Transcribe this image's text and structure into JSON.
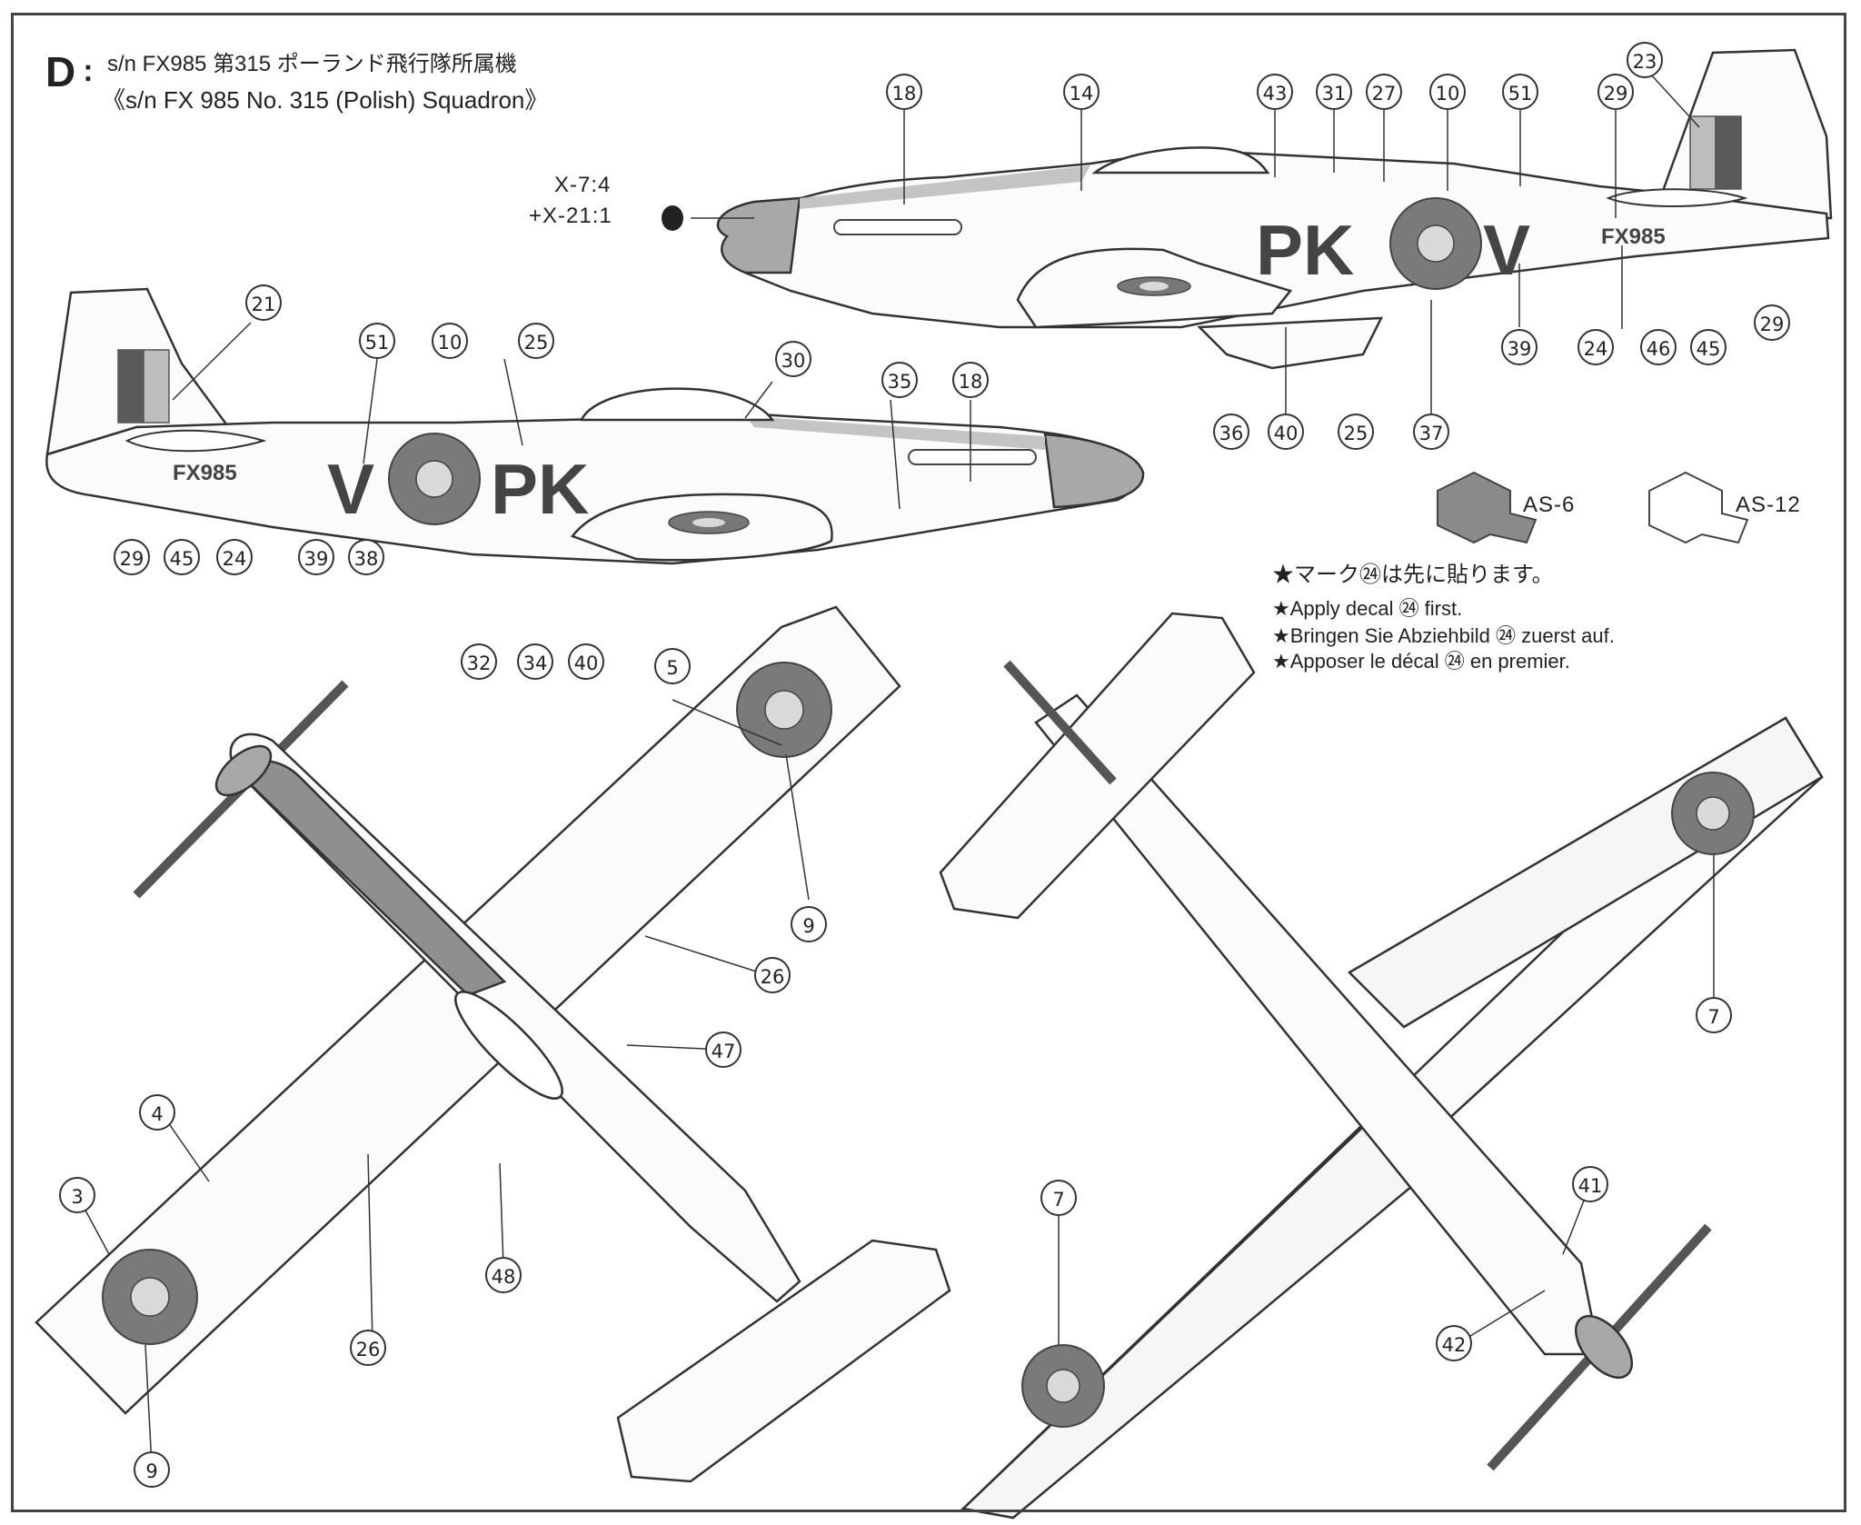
{
  "header": {
    "letter": "D",
    "colon": ":",
    "line_jp": "s/n FX985 第315 ポーランド飛行隊所属機",
    "line_en": "《s/n FX 985 No. 315 (Polish) Squadron》"
  },
  "color_ratio": {
    "line1": "X-7:4",
    "line2": "+X-21:1"
  },
  "markings": {
    "code_letters": "PK",
    "aircraft_letter": "V",
    "serial": "FX985"
  },
  "paints": [
    {
      "code": "AS-6",
      "swatch": "#8a8a8a"
    },
    {
      "code": "AS-12",
      "swatch": "#ffffff"
    }
  ],
  "notes": {
    "jp": "★マーク㉔は先に貼ります。",
    "en": "★Apply decal ㉔ first.",
    "de": "★Bringen Sie Abziehbild ㉔ zuerst auf.",
    "fr": "★Apposer le décal ㉔ en premier."
  },
  "callouts": {
    "r_top": [
      "18",
      "14",
      "43",
      "31",
      "27",
      "10",
      "51",
      "29",
      "23"
    ],
    "r_bottom": [
      "36",
      "40",
      "25",
      "37",
      "39",
      "24",
      "46",
      "45",
      "29"
    ],
    "l_top": [
      "21",
      "51",
      "10",
      "25",
      "30",
      "35",
      "18"
    ],
    "l_bottom": [
      "29",
      "45",
      "24",
      "39",
      "38",
      "32",
      "34",
      "40"
    ],
    "upper_view": [
      "5",
      "9",
      "26",
      "47",
      "4",
      "3",
      "48",
      "26",
      "9"
    ],
    "lower_view": [
      "7",
      "7",
      "41",
      "42"
    ]
  },
  "colors": {
    "line": "#333333",
    "grey_fill": "#8f8f8f",
    "light_grey": "#c8c8c8",
    "roundel_red": "#777777",
    "roundel_center": "#d9d9d9"
  }
}
